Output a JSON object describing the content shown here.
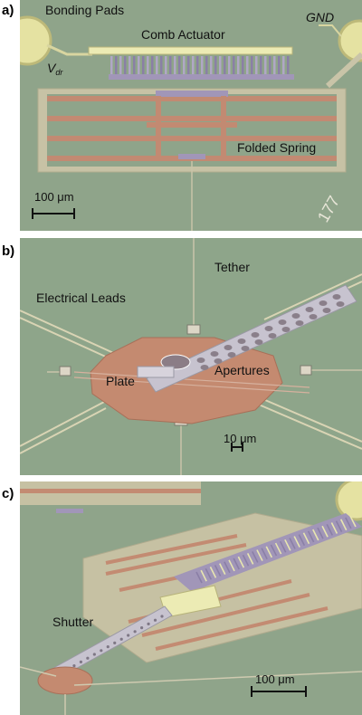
{
  "panels": {
    "a": {
      "letter": "a)",
      "labels": {
        "bonding_pads": "Bonding Pads",
        "comb_actuator": "Comb Actuator",
        "gnd": "GND",
        "vdr_base": "V",
        "vdr_sub": "dr",
        "folded_spring": "Folded Spring",
        "scale": "100 μm",
        "die_mark": "177"
      }
    },
    "b": {
      "letter": "b)",
      "labels": {
        "tether": "Tether",
        "electrical_leads": "Electrical Leads",
        "plate": "Plate",
        "apertures": "Apertures",
        "scale": "10 μm"
      }
    },
    "c": {
      "letter": "c)",
      "labels": {
        "shutter": "Shutter",
        "scale": "100 μm"
      }
    }
  },
  "colors": {
    "substrate": "#8fa48a",
    "substrate_dark": "#7e9478",
    "gold": "#e8e6a8",
    "copper": "#c98d72",
    "lavender": "#9d93b6",
    "frame": "#c9c4a8"
  }
}
